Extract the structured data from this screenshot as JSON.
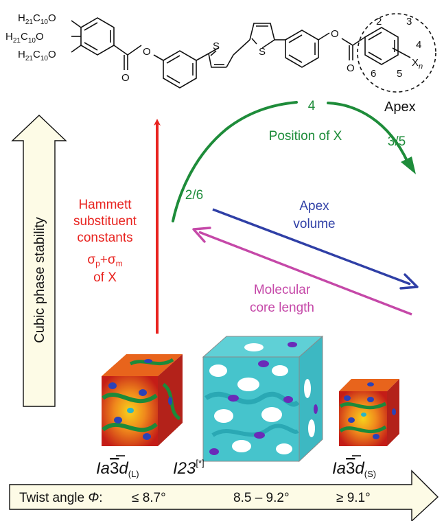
{
  "molecule": {
    "chain_formula": "H21C10O",
    "chain_h": "H",
    "chain_h_sub": "21",
    "chain_c": "C",
    "chain_c_sub": "10",
    "chain_o": "O",
    "ester_o": "O",
    "sulfur": "S",
    "positions": [
      "2",
      "3",
      "4",
      "5",
      "6"
    ],
    "substituent": "X",
    "substituent_sub": "n",
    "apex_label": "Apex"
  },
  "left_arrow": {
    "label": "Cubic phase stability",
    "fill_color": "#fdfbe6"
  },
  "hammett": {
    "lines": [
      "Hammett",
      "substituent",
      "constants"
    ],
    "sigma": "σ",
    "sub_p": "p",
    "plus": "+",
    "sub_m": "m",
    "of_x": "of X",
    "color": "#e8231f"
  },
  "position_curve": {
    "top_label": "4",
    "label": "Position of X",
    "left_label": "2/6",
    "right_label": "3/5",
    "color": "#1e8c3a"
  },
  "apex_volume": {
    "lines": [
      "Apex",
      "volume"
    ],
    "color": "#2f3fa6"
  },
  "core_length": {
    "lines": [
      "Molecular",
      "core length"
    ],
    "color": "#c548a8"
  },
  "phases": {
    "left": {
      "symbol": "Ia",
      "bar": "3",
      "d": "d",
      "sub": "(L)"
    },
    "middle": {
      "symbol": "I23",
      "sup": "[*]"
    },
    "right": {
      "symbol": "Ia",
      "bar": "3",
      "d": "d",
      "sub": "(S)"
    }
  },
  "twist_arrow": {
    "prefix": "Twist angle ",
    "phi": "Φ",
    "colon": ":",
    "values": [
      "≤ 8.7°",
      "8.5 – 9.2°",
      "≥ 9.1°"
    ],
    "fill_color": "#fdfbe6"
  }
}
